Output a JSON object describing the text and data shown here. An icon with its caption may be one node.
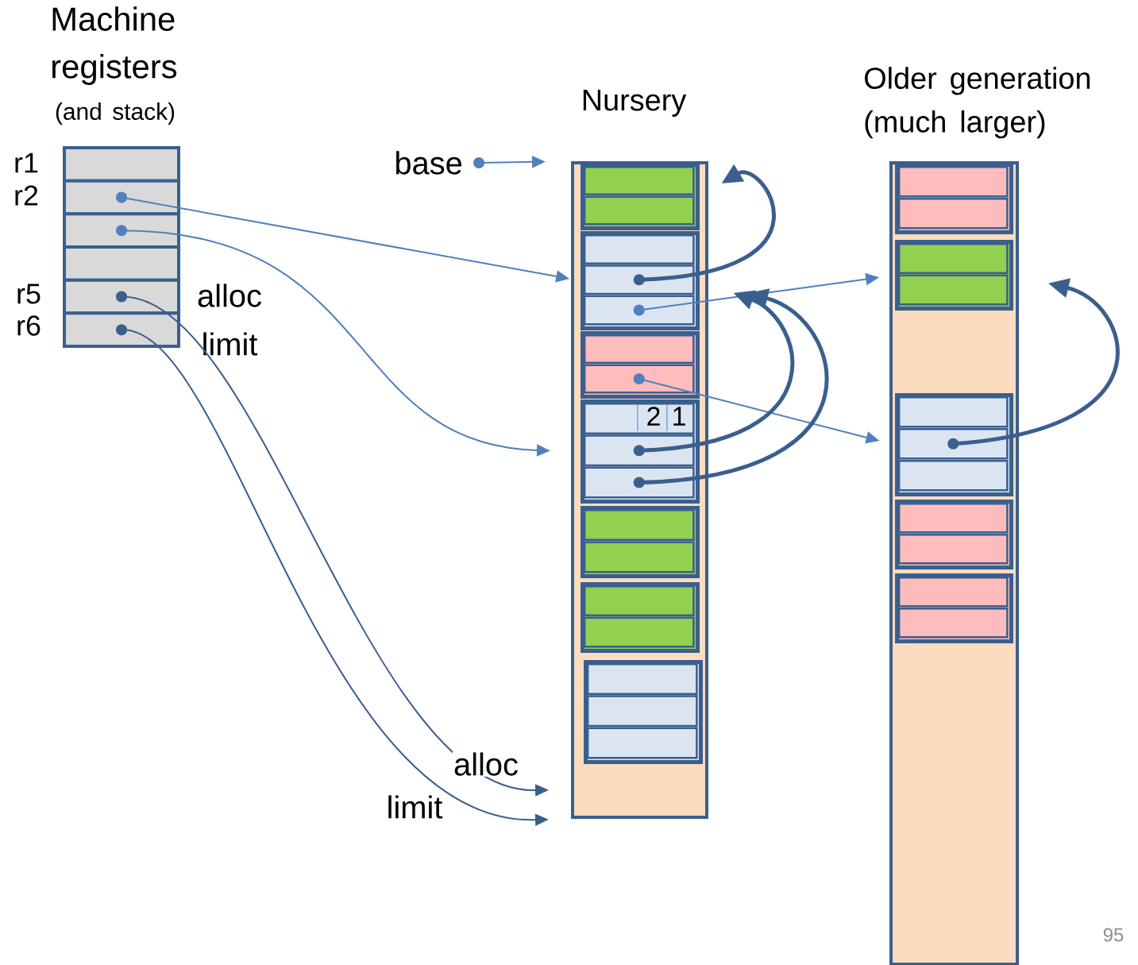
{
  "diagram": {
    "nodes": [
      {
        "text": [
          "Machine registers",
          "(and stack)"
        ]
      },
      {
        "text": [],
        "shape": "box",
        "in": 0,
        "beside": [
          "r1"
        ]
      },
      {
        "text": [],
        "shape": "box",
        "in": 0,
        "beside": [
          "r2"
        ]
      },
      {
        "text": [],
        "shape": "box",
        "in": 0
      },
      {
        "text": [],
        "shape": "box",
        "in": 0
      },
      {
        "text": [],
        "shape": "box",
        "in": 0,
        "beside": [
          "r5",
          "alloc"
        ]
      },
      {
        "text": [],
        "shape": "box",
        "in": 0,
        "beside": [
          "r6",
          "limit"
        ]
      },
      {
        "text": [
          "base"
        ]
      },
      {
        "text": [
          "Nursery"
        ]
      },
      {
        "text": [],
        "shape": "box",
        "in": 8
      },
      {
        "text": [],
        "shape": "box",
        "in": 9
      },
      {
        "text": [],
        "shape": "box",
        "in": 9
      },
      {
        "text": [],
        "shape": "box",
        "in": 8
      },
      {
        "text": [],
        "shape": "box",
        "in": 12
      },
      {
        "text": [],
        "shape": "box",
        "in": 12
      },
      {
        "text": [],
        "shape": "box",
        "in": 12
      },
      {
        "text": [],
        "shape": "box",
        "in": 8
      },
      {
        "text": [],
        "shape": "box",
        "in": 16
      },
      {
        "text": [],
        "shape": "box",
        "in": 16
      },
      {
        "text": [],
        "shape": "box",
        "in": 8
      },
      {
        "text": [
          "2",
          "1"
        ],
        "in": 19
      },
      {
        "text": [],
        "shape": "box",
        "in": 19
      },
      {
        "text": [],
        "shape": "box",
        "in": 19
      },
      {
        "text": [],
        "shape": "box",
        "in": 8
      },
      {
        "text": [],
        "shape": "box",
        "in": 23
      },
      {
        "text": [],
        "shape": "box",
        "in": 23
      },
      {
        "text": [],
        "shape": "box",
        "in": 8
      },
      {
        "text": [],
        "shape": "box",
        "in": 26
      },
      {
        "text": [],
        "shape": "box",
        "in": 26
      },
      {
        "text": [],
        "shape": "box",
        "in": 8
      },
      {
        "text": [],
        "shape": "box",
        "in": 29
      },
      {
        "text": [],
        "shape": "box",
        "in": 29
      },
      {
        "text": [],
        "shape": "box",
        "in": 29
      },
      {
        "text": [
          "Older generation (much larger)"
        ]
      },
      {
        "text": [],
        "shape": "box",
        "in": 33
      },
      {
        "text": [],
        "shape": "box",
        "in": 34
      },
      {
        "text": [],
        "shape": "box",
        "in": 34
      },
      {
        "text": [],
        "shape": "box",
        "in": 33
      },
      {
        "text": [],
        "shape": "box",
        "in": 37
      },
      {
        "text": [],
        "shape": "box",
        "in": 37
      },
      {
        "text": [],
        "shape": "box",
        "in": 33
      },
      {
        "text": [],
        "shape": "box",
        "in": 40
      },
      {
        "text": [],
        "shape": "box",
        "in": 40
      },
      {
        "text": [],
        "shape": "box",
        "in": 40
      },
      {
        "text": [],
        "shape": "box",
        "in": 33
      },
      {
        "text": [],
        "shape": "box",
        "in": 44
      },
      {
        "text": [],
        "shape": "box",
        "in": 44
      },
      {
        "text": [],
        "shape": "box",
        "in": 33
      },
      {
        "text": [],
        "shape": "box",
        "in": 47
      },
      {
        "text": [],
        "shape": "box",
        "in": 47
      }
    ],
    "edges": [
      {
        "from": 7,
        "to": 8,
        "arrow": "to",
        "color": "#4f81bd"
      },
      {
        "from": 2,
        "to": 12,
        "arrow": "to",
        "color": "#4f81bd"
      },
      {
        "from": 3,
        "to": 19,
        "arrow": "to",
        "color": "#4f81bd"
      },
      {
        "from": 5,
        "to": 8,
        "arrow": "to",
        "label": "alloc"
      },
      {
        "from": 6,
        "to": 8,
        "arrow": "to",
        "label": "limit"
      },
      {
        "from": 14,
        "to": 9,
        "arrow": "to",
        "style": "thick"
      },
      {
        "from": 15,
        "to": 37,
        "arrow": "to",
        "color": "#4f81bd"
      },
      {
        "from": 18,
        "to": 40,
        "arrow": "to",
        "color": "#4f81bd"
      },
      {
        "from": 21,
        "to": 12,
        "arrow": "to",
        "style": "thick"
      },
      {
        "from": 22,
        "to": 12,
        "arrow": "to",
        "style": "thick"
      },
      {
        "from": 42,
        "to": 37,
        "arrow": "to",
        "style": "thick"
      }
    ],
    "labels": [
      "95"
    ]
  }
}
